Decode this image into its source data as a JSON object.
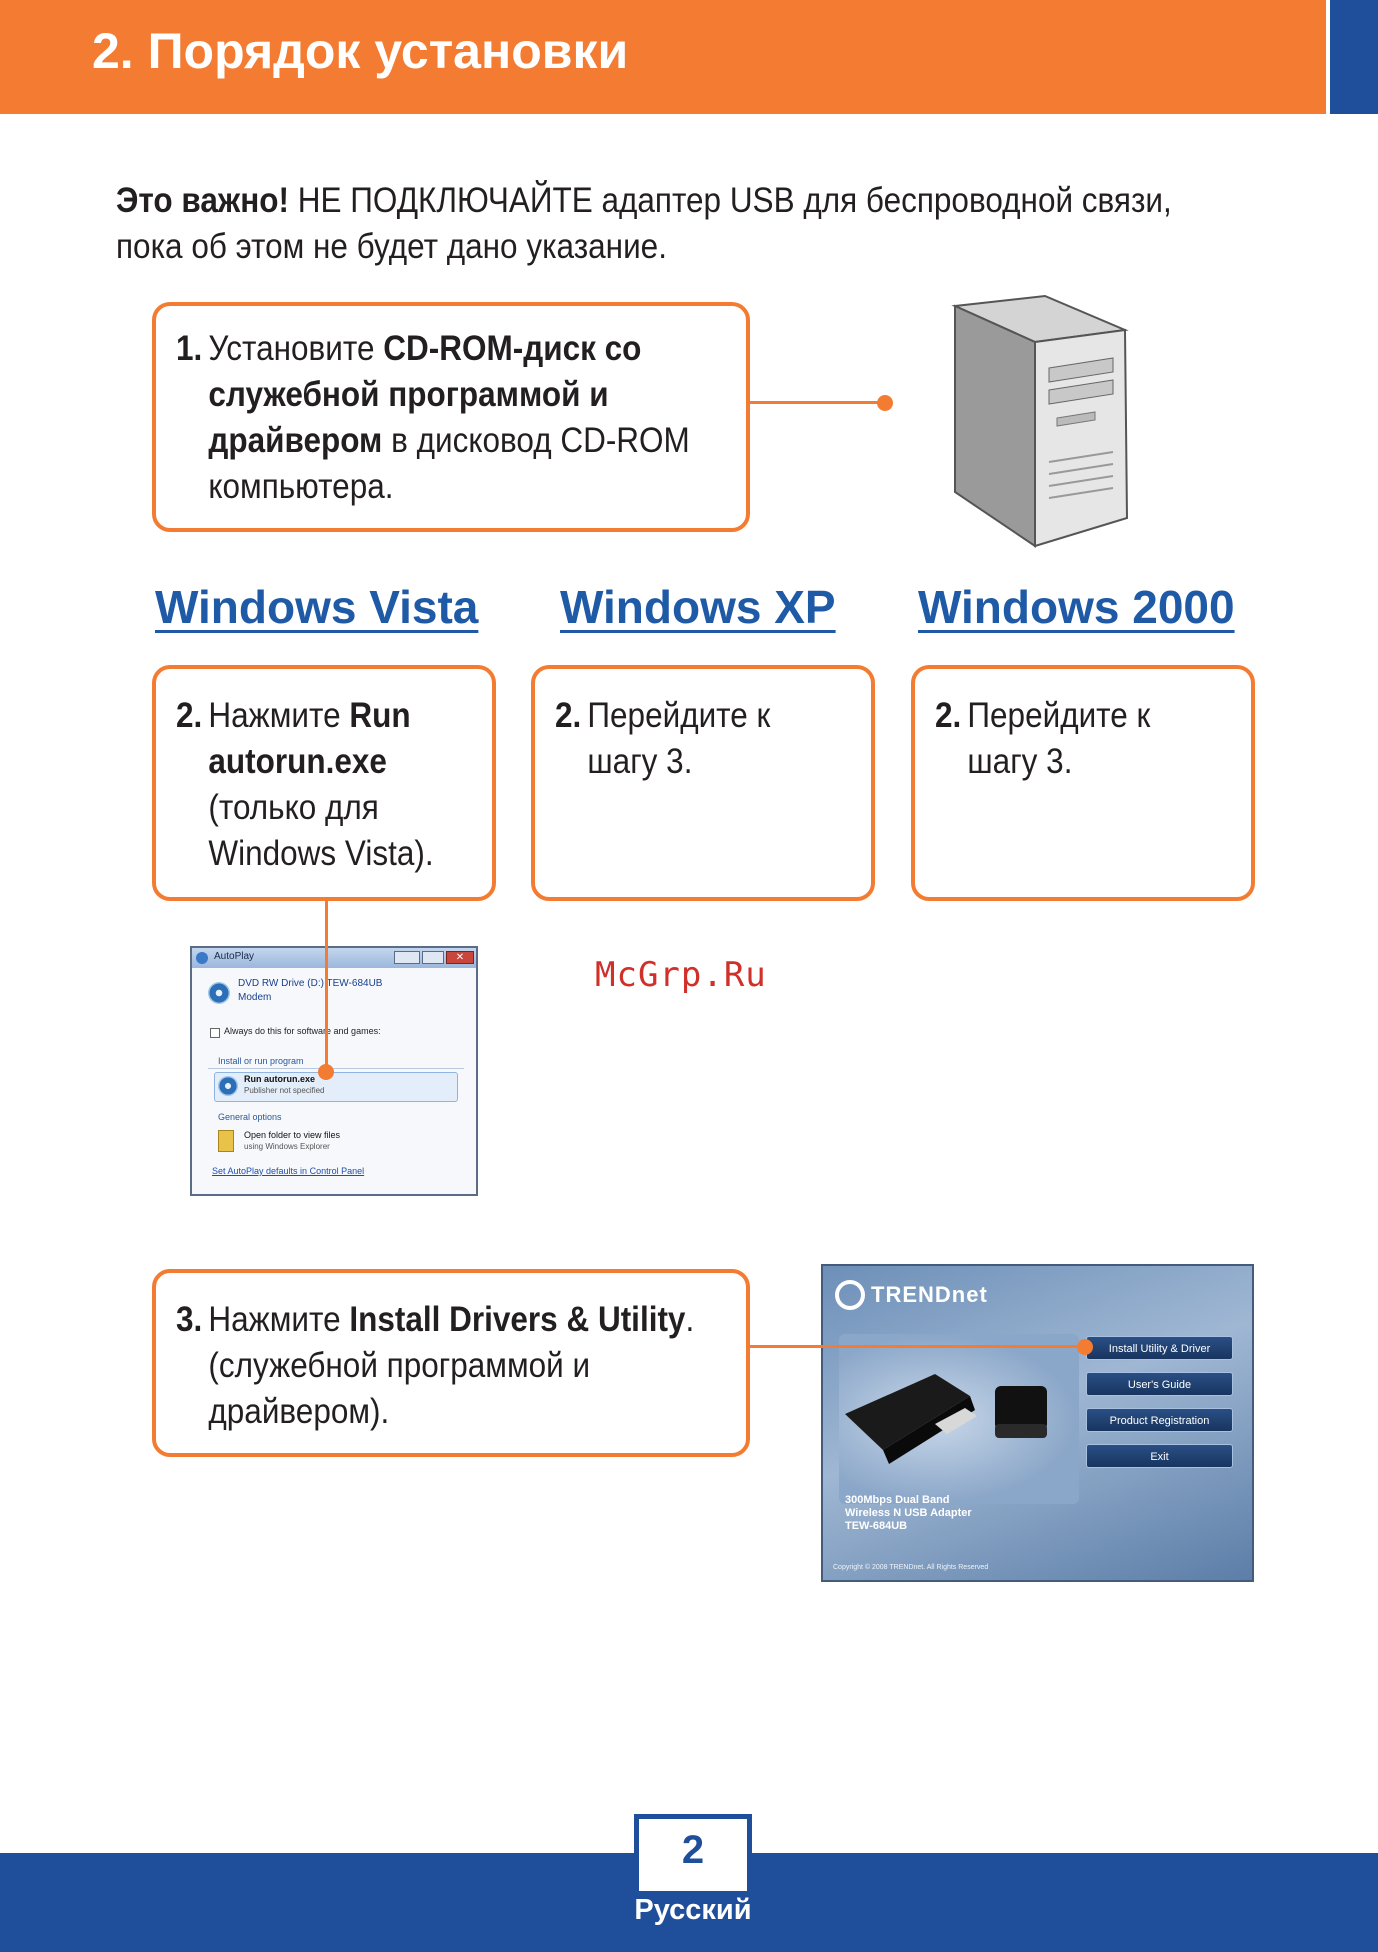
{
  "header": {
    "title": "2.  Порядок установки"
  },
  "intro": {
    "important": "Это важно!",
    "text_line1": " НЕ ПОДКЛЮЧАЙТЕ адаптер USB для беспроводной связи,",
    "text_line2": "пока об этом не будет дано указание."
  },
  "step1": {
    "num": "1.",
    "l1a": "Установите ",
    "l1b": "CD-ROM-диск со",
    "l2": "служебной программой и",
    "l3a": "драйвером",
    "l3b": " в дисковод CD-ROM",
    "l4": "компьютера."
  },
  "os": {
    "vista": "Windows Vista",
    "xp": "Windows XP",
    "w2000": "Windows 2000"
  },
  "step2_vista": {
    "num": "2.",
    "l1a": "Нажмите ",
    "l1b": "Run",
    "l2": "autorun.exe",
    "l3": "(только для",
    "l4": "Windows Vista)."
  },
  "step2_xp": {
    "num": "2.",
    "l1": "Перейдите к",
    "l2": "шагу 3."
  },
  "step2_2000": {
    "num": "2.",
    "l1": "Перейдите к",
    "l2": "шагу 3."
  },
  "watermark": "McGrp.Ru",
  "autoplay": {
    "title": "AutoPlay",
    "drive": "DVD RW Drive (D:) TEW-684UB",
    "drive2": "Modem",
    "always": "Always do this for software and games:",
    "install_section": "Install or run program",
    "run_item": "Run autorun.exe",
    "run_sub": "Publisher not specified",
    "general": "General options",
    "open_folder": "Open folder to view files",
    "open_sub": "using Windows Explorer",
    "link": "Set AutoPlay defaults in Control Panel"
  },
  "step3": {
    "num": "3.",
    "l1a": "Нажмите ",
    "l1b": "Install Drivers & Utility",
    "l1c": ".",
    "l2": "(служебной программой и",
    "l3": "драйвером)."
  },
  "trendnet": {
    "logo": "TRENDnet",
    "buttons": [
      "Install Utility & Driver",
      "User's Guide",
      "Product Registration",
      "Exit"
    ],
    "product1": "300Mbps Dual Band",
    "product2": "Wireless N USB Adapter",
    "product3": "TEW-684UB",
    "copyright": "Copyright © 2008 TRENDnet. All Rights Reserved"
  },
  "footer": {
    "page": "2",
    "language": "Русский"
  }
}
